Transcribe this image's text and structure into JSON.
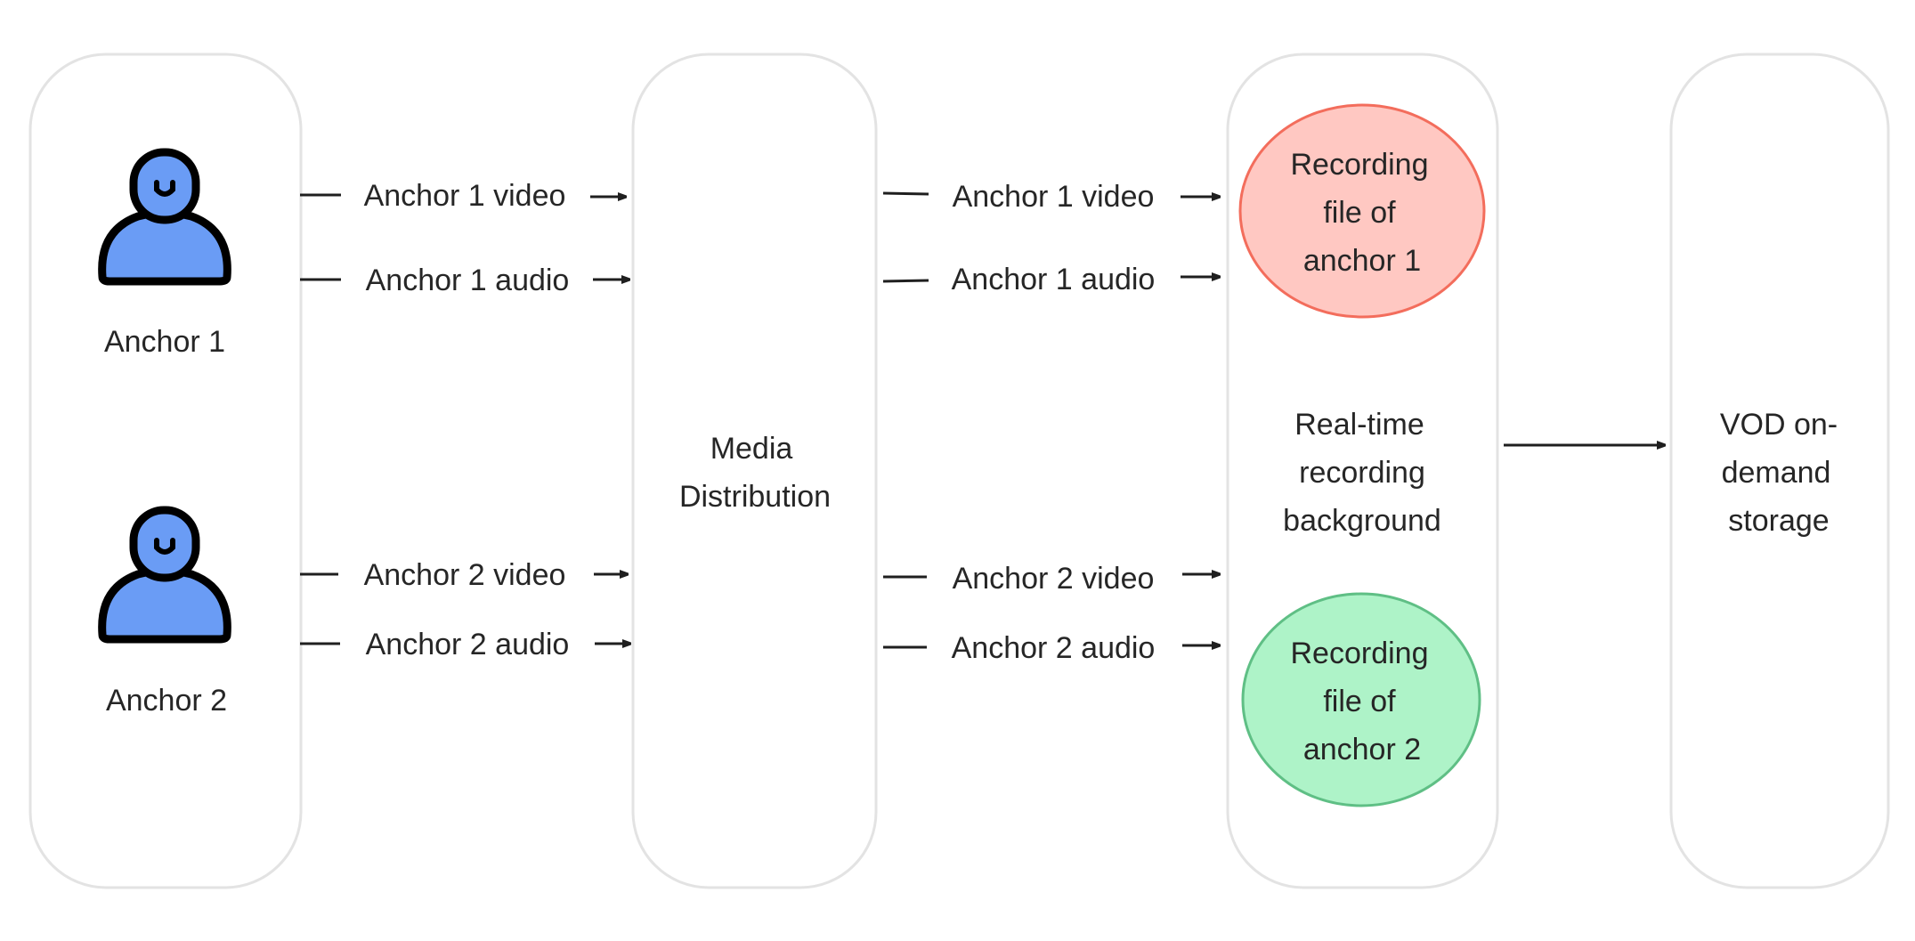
{
  "colors": {
    "box_border": "#e3e3e3",
    "line": "#1f1f1f",
    "person_fill": "#6a9cf5",
    "pink_fill": "#ffc8c2",
    "pink_border": "#f36d5c",
    "green_fill": "#aef3c8",
    "green_border": "#5fbf85"
  },
  "anchors": [
    {
      "label": "Anchor 1",
      "icon": "person-icon"
    },
    {
      "label": "Anchor 2",
      "icon": "person-icon"
    }
  ],
  "streams_in": [
    "Anchor 1 video",
    "Anchor 1 audio",
    "Anchor 2 video",
    "Anchor 2 audio"
  ],
  "media_distribution": {
    "lines": [
      "Media",
      "Distribution"
    ]
  },
  "streams_out": [
    "Anchor 1 video",
    "Anchor 1 audio",
    "Anchor 2 video",
    "Anchor 2 audio"
  ],
  "recording": {
    "lines": [
      "Real-time",
      "recording",
      "background"
    ],
    "files": [
      {
        "lines": [
          "Recording",
          "file of",
          "anchor 1"
        ]
      },
      {
        "lines": [
          "Recording",
          "file of",
          "anchor 2"
        ]
      }
    ]
  },
  "vod": {
    "lines": [
      "VOD on-",
      "demand",
      "storage"
    ]
  }
}
